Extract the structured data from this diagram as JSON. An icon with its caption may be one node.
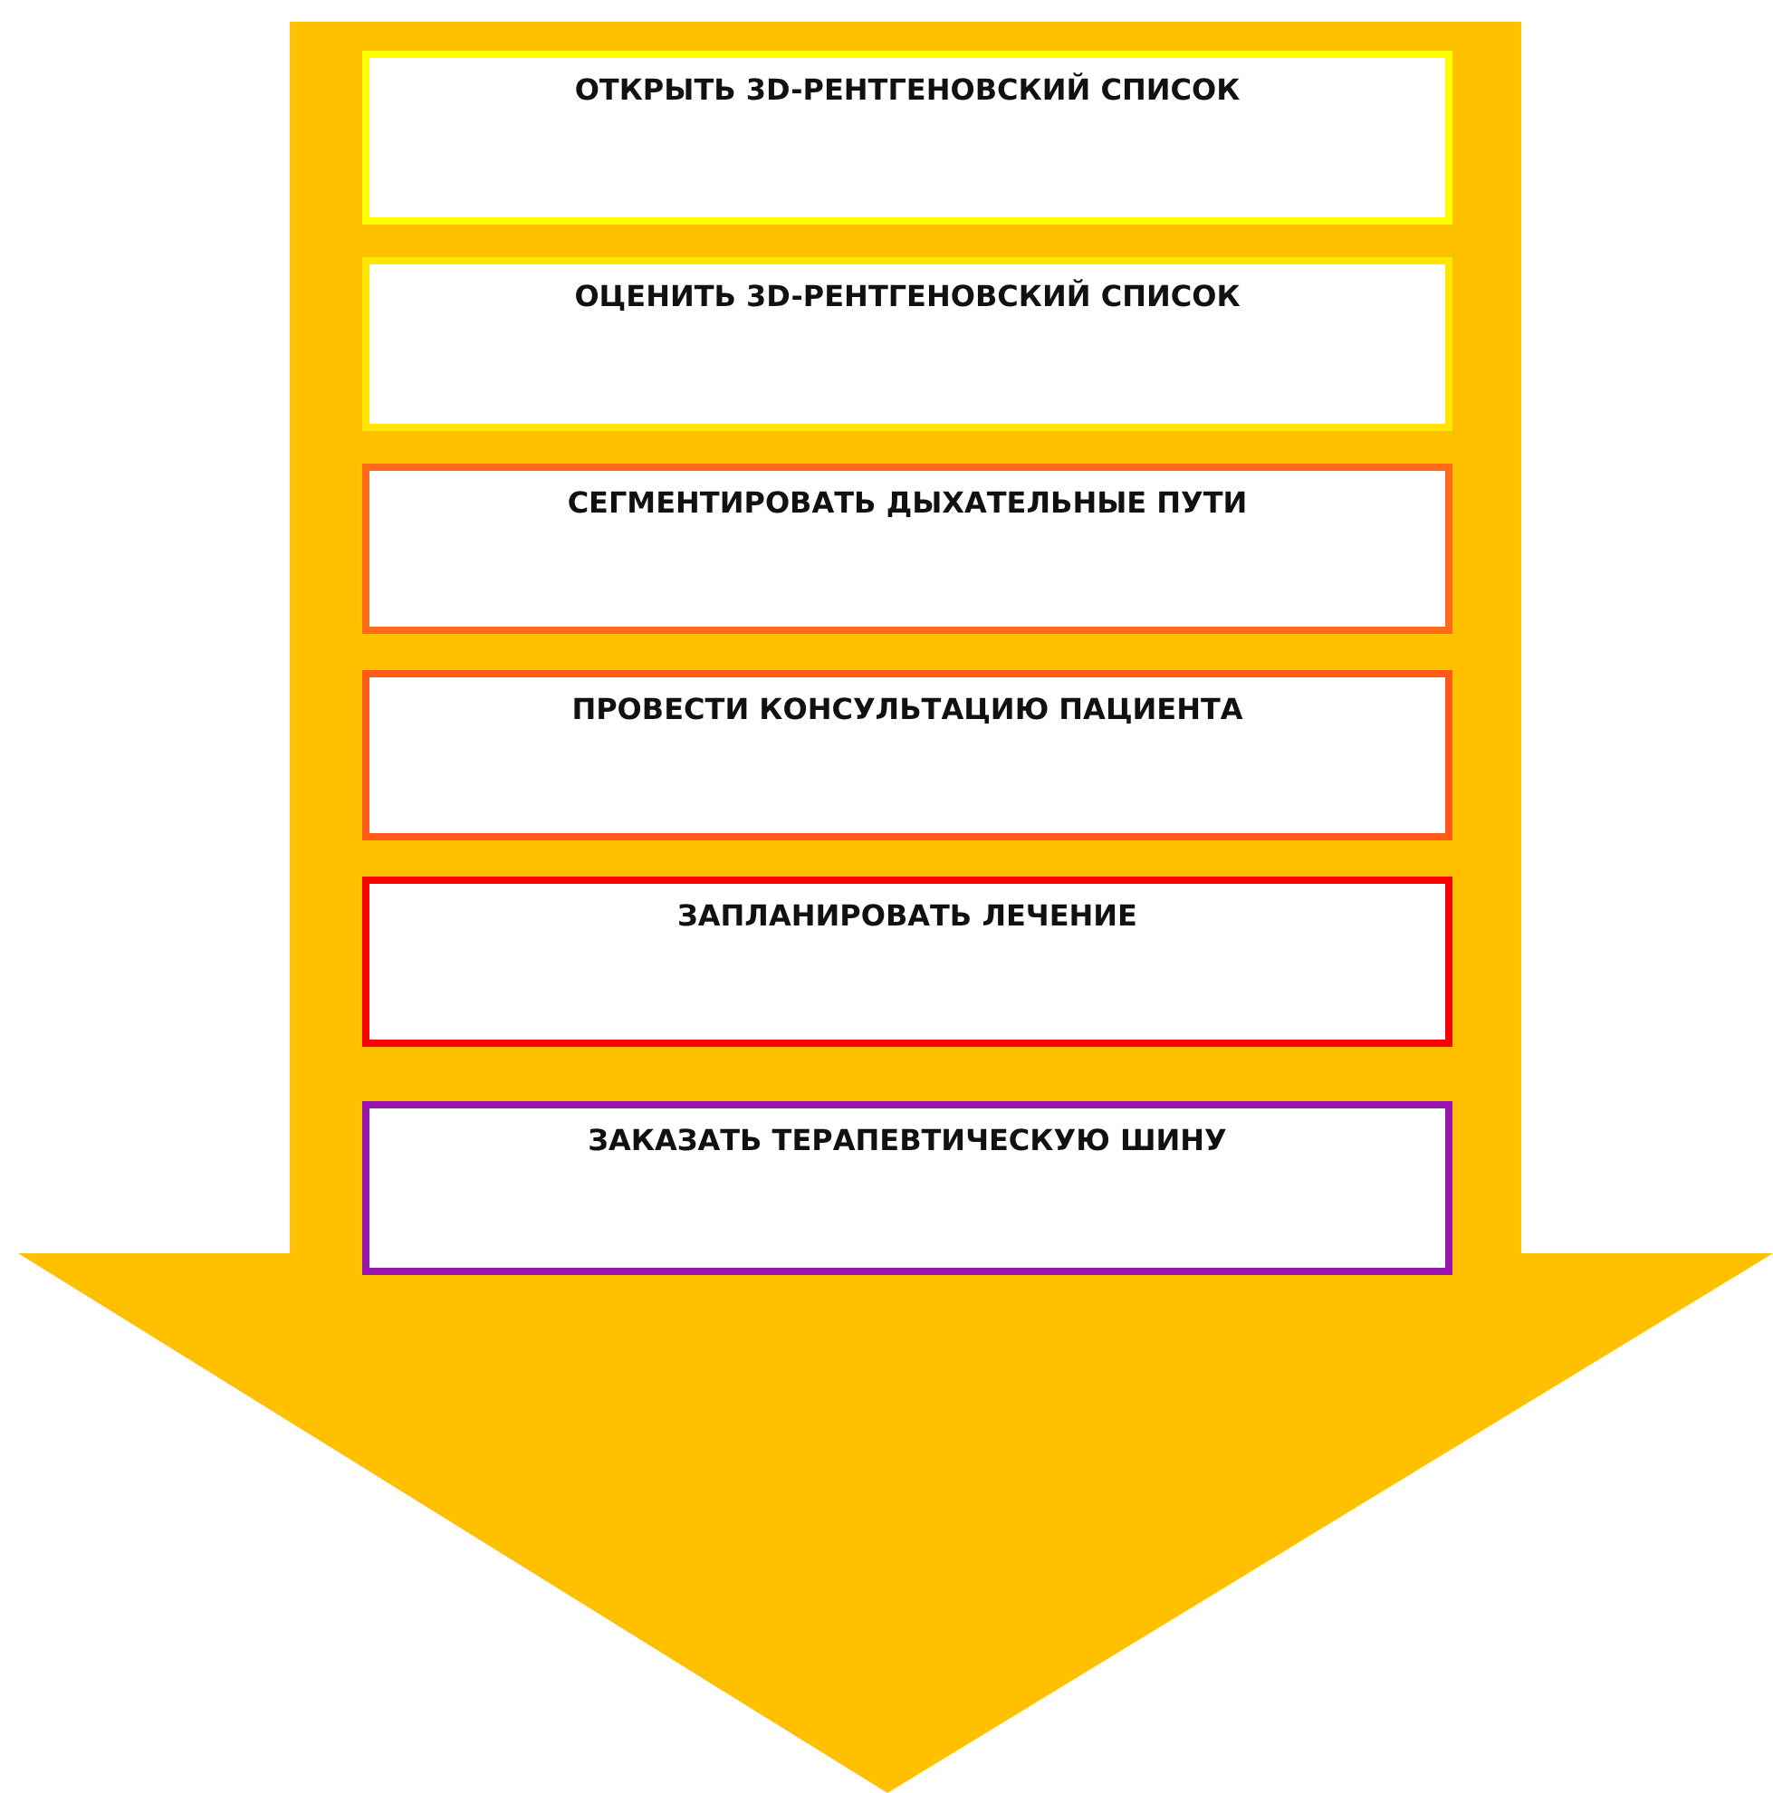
{
  "diagram": {
    "nodes": [
      {
        "text": [],
        "shape": "arrow"
      },
      {
        "text": [
          "ОТКРЫТЬ 3D-РЕНТГЕНОВСКИЙ СПИСОК"
        ],
        "in": 0
      },
      {
        "text": [
          "ОЦЕНИТЬ 3D-РЕНТГЕНОВСКИЙ СПИСОК"
        ],
        "in": 0
      },
      {
        "text": [
          "СЕГМЕНТИРОВАТЬ ДЫХАТЕЛЬНЫЕ ПУТИ"
        ],
        "in": 0
      },
      {
        "text": [
          "ПРОВЕСТИ КОНСУЛЬТАЦИЮ ПАЦИЕНТА"
        ],
        "in": 0
      },
      {
        "text": [
          "ЗАПЛАНИРОВАТЬ ЛЕЧЕНИЕ"
        ],
        "in": 0
      },
      {
        "text": [
          "ЗАКАЗАТЬ ТЕРАПЕВТИЧЕСКУЮ ШИНУ"
        ],
        "in": 0
      }
    ]
  }
}
